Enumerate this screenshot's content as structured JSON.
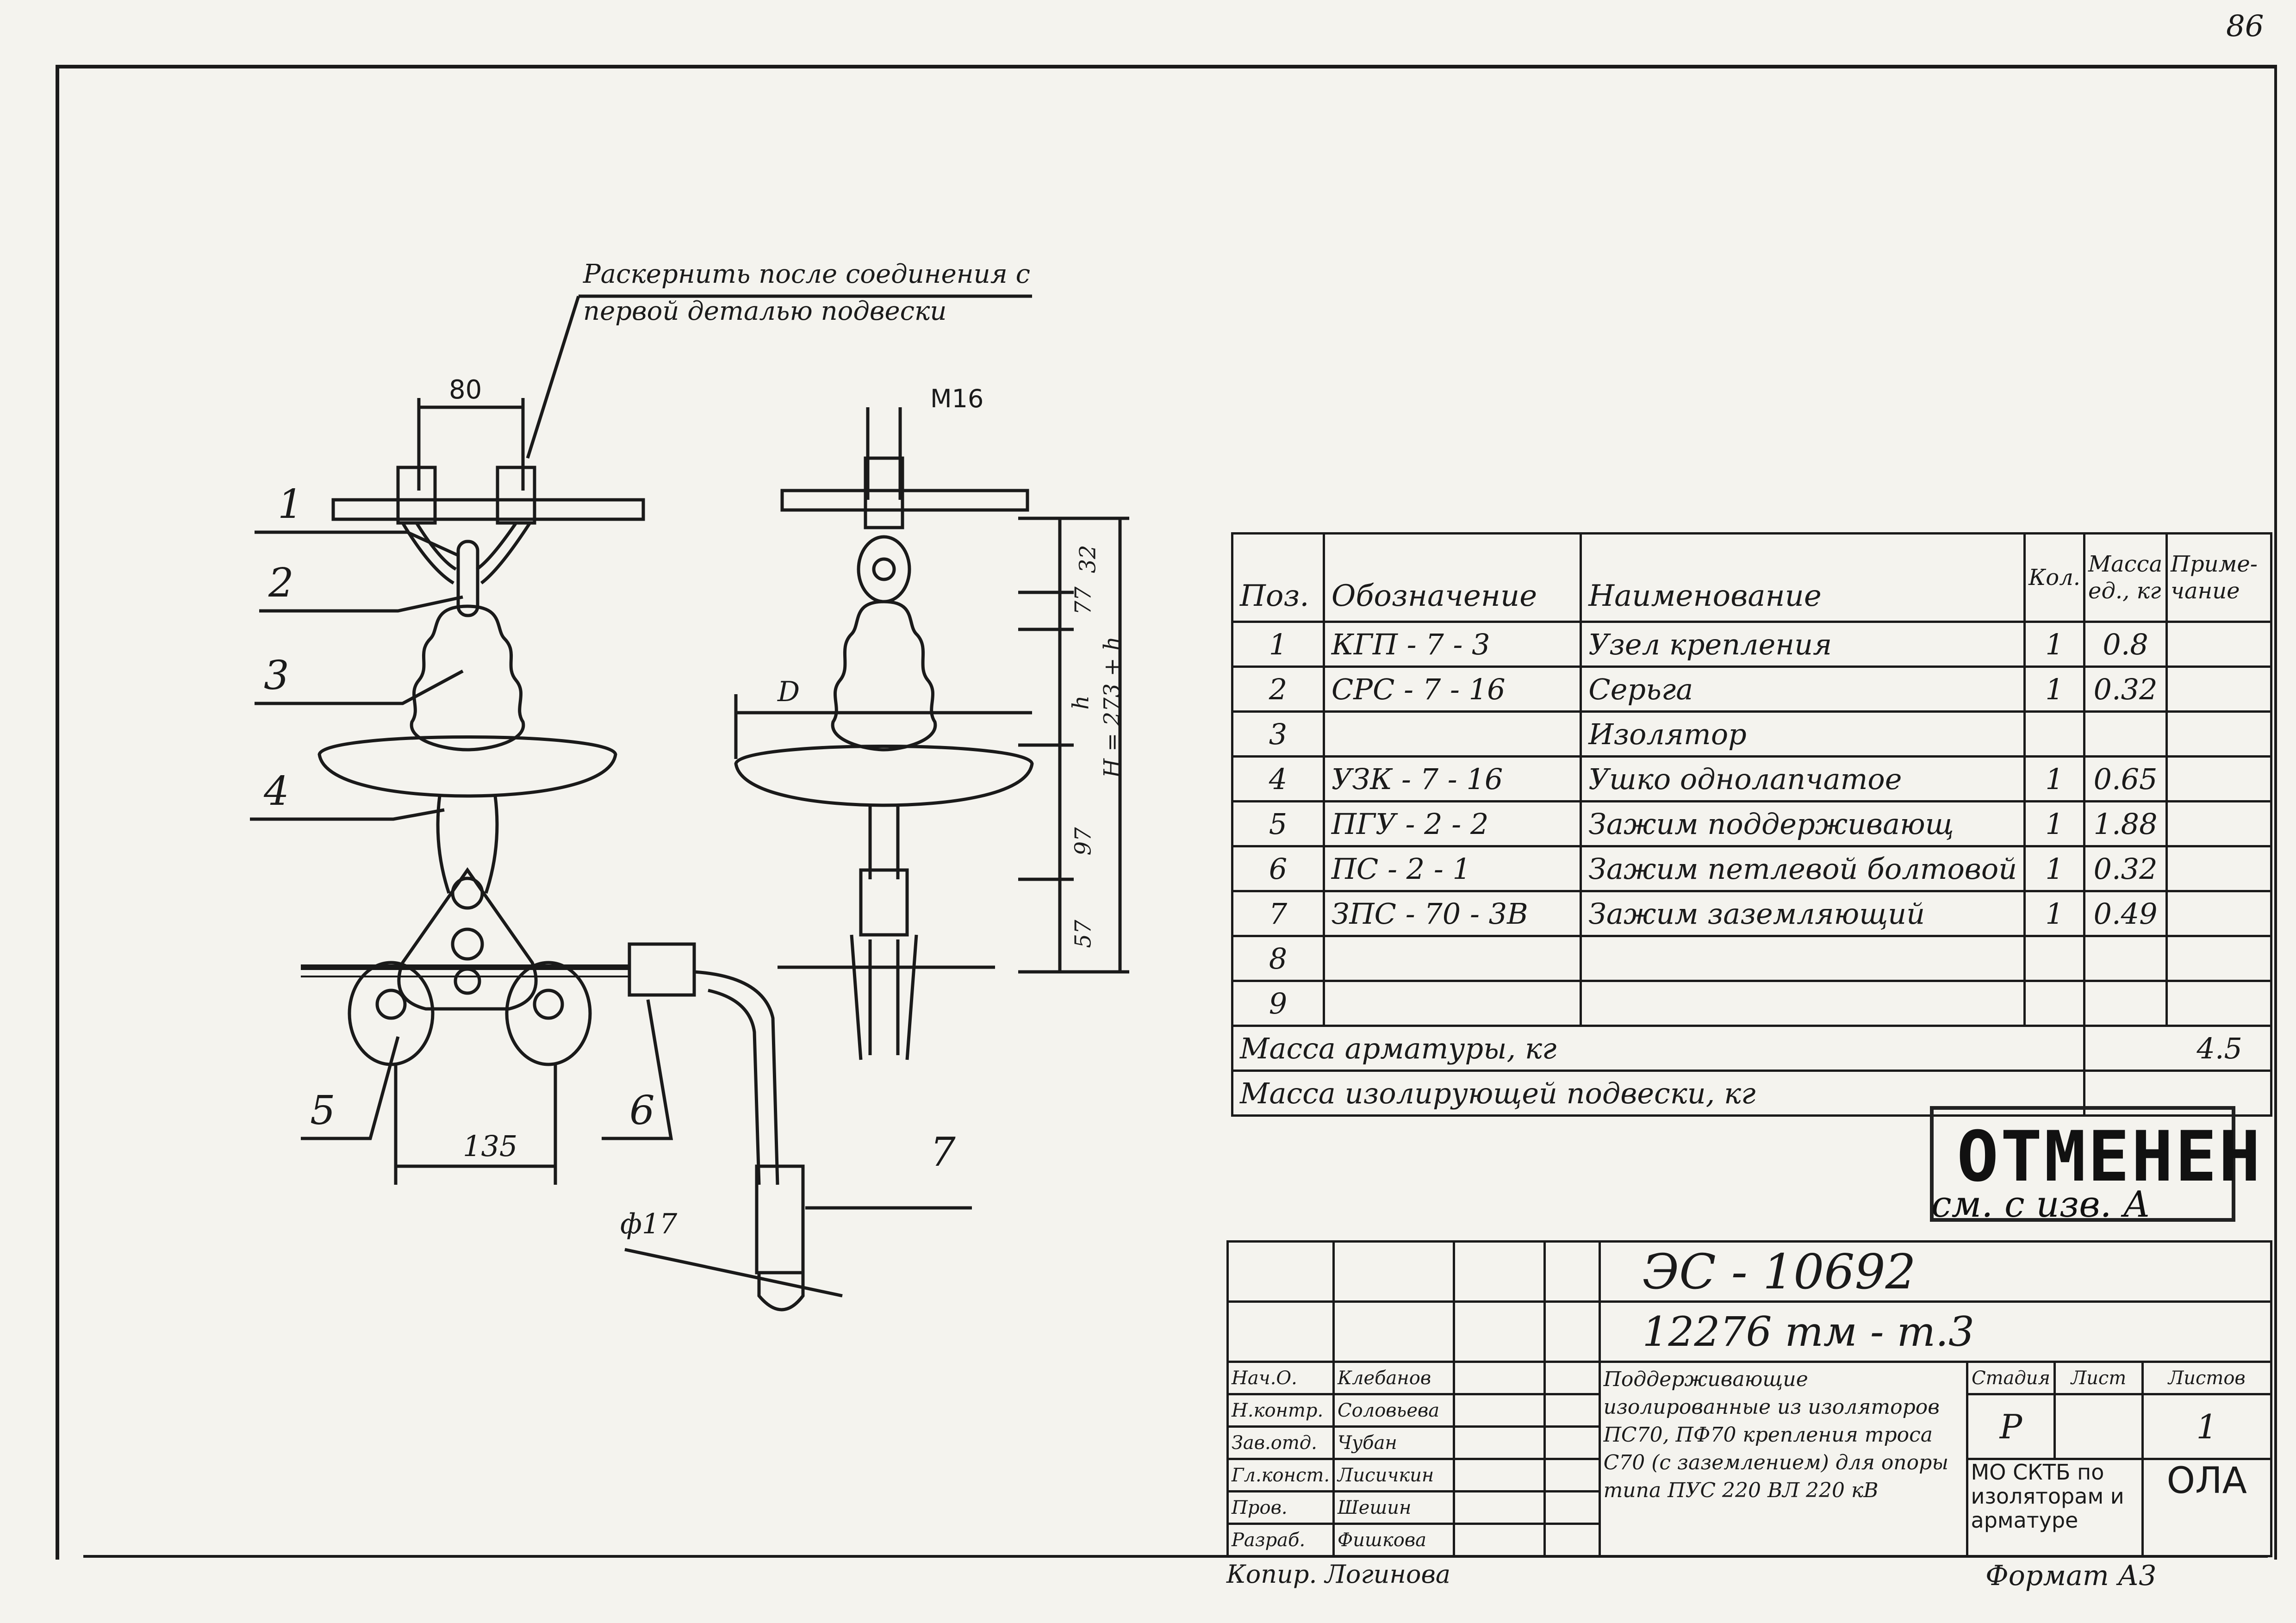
{
  "page_number": "86",
  "drawing": {
    "note_line1": "Раскернить после соединения с",
    "note_line2": "первой деталью подвески",
    "dim_80": "80",
    "dim_m16": "M16",
    "dim_135": "135",
    "dim_d17": "ф17",
    "dim_D": "D",
    "dim_32": "32",
    "dim_77": "77",
    "dim_h": "h",
    "dim_H": "H = 273 + h",
    "dim_97": "97",
    "dim_57": "57",
    "callouts": [
      "1",
      "2",
      "3",
      "4",
      "5",
      "6",
      "7"
    ]
  },
  "spec_table": {
    "headers": {
      "pos": "Поз.",
      "designation": "Обозначение",
      "name": "Наименование",
      "qty": "Кол.",
      "mass": "Масса ед., кг",
      "note": "Приме-чание"
    },
    "rows": [
      {
        "pos": "1",
        "designation": "КГП - 7 - 3",
        "name": "Узел крепления",
        "qty": "1",
        "mass": "0.8",
        "note": ""
      },
      {
        "pos": "2",
        "designation": "СРС - 7 - 16",
        "name": "Серьга",
        "qty": "1",
        "mass": "0.32",
        "note": ""
      },
      {
        "pos": "3",
        "designation": "",
        "name": "Изолятор",
        "qty": "",
        "mass": "",
        "note": ""
      },
      {
        "pos": "4",
        "designation": "УЗК - 7 - 16",
        "name": "Ушко однолапчатое",
        "qty": "1",
        "mass": "0.65",
        "note": ""
      },
      {
        "pos": "5",
        "designation": "ПГУ - 2 - 2",
        "name": "Зажим поддерживающ",
        "qty": "1",
        "mass": "1.88",
        "note": ""
      },
      {
        "pos": "6",
        "designation": "ПС - 2 - 1",
        "name": "Зажим петлевой болтовой",
        "qty": "1",
        "mass": "0.32",
        "note": ""
      },
      {
        "pos": "7",
        "designation": "ЗПС - 70 - 3В",
        "name": "Зажим заземляющий",
        "qty": "1",
        "mass": "0.49",
        "note": ""
      },
      {
        "pos": "8",
        "designation": "",
        "name": "",
        "qty": "",
        "mass": "",
        "note": ""
      },
      {
        "pos": "9",
        "designation": "",
        "name": "",
        "qty": "",
        "mass": "",
        "note": ""
      }
    ],
    "mass_fittings_label": "Масса арматуры, кг",
    "mass_fittings_value": "4.5",
    "mass_suspension_label": "Масса изолирующей подвески, кг",
    "mass_suspension_value": ""
  },
  "stamp": {
    "word": "ОТМЕНЕН",
    "note": "см. с изв. А"
  },
  "title_block": {
    "doc_code": "ЭС - 10692",
    "project_code": "12276 тм - т.3",
    "roles": [
      {
        "role": "Нач.О.",
        "name": "Клебанов"
      },
      {
        "role": "Н.контр.",
        "name": "Соловьева"
      },
      {
        "role": "Зав.отд.",
        "name": "Чубан"
      },
      {
        "role": "Гл.конст.",
        "name": "Лисичкин"
      },
      {
        "role": "Пров.",
        "name": "Шешин"
      },
      {
        "role": "Разраб.",
        "name": "Фишкова"
      }
    ],
    "description": "Поддерживающие изолированные из изоляторов ПС70, ПФ70 крепления троса С70 (с заземлением) для опоры типа ПУС 220 ВЛ 220 кВ",
    "stage_label": "Стадия",
    "sheet_label": "Лист",
    "sheets_label": "Листов",
    "stage_value": "Р",
    "sheet_value": "",
    "sheets_value": "1",
    "org": "МО СКТБ по изоляторам и арматуре",
    "org_logo": "ОЛА"
  },
  "footer": {
    "copied": "Копир. Логинова",
    "format": "Формат А3"
  }
}
